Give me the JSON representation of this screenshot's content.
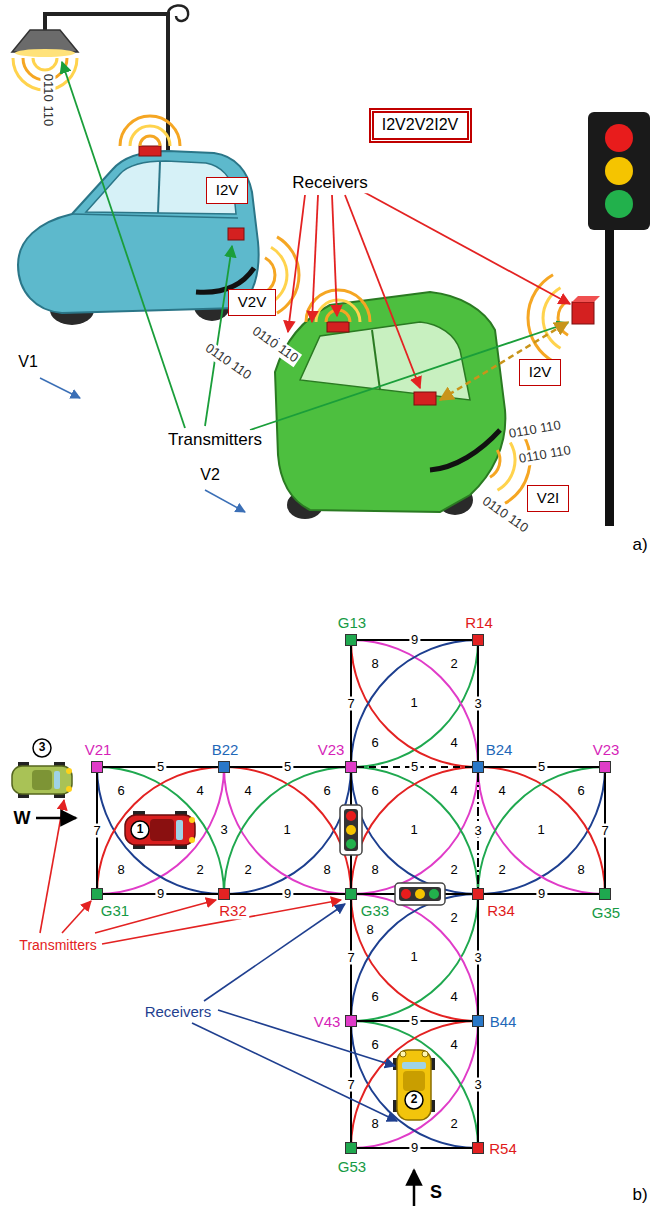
{
  "diagram": {
    "nodes": [
      {
        "text": [
          "I2V2V2I2V"
        ]
      },
      {
        "text": [
          "I2V"
        ]
      },
      {
        "text": [
          "V2V"
        ]
      },
      {
        "text": [
          "I2V"
        ]
      },
      {
        "text": [
          "V2I"
        ]
      },
      {
        "text": [
          "G13"
        ]
      },
      {
        "text": [
          "R14"
        ]
      },
      {
        "text": [
          "3"
        ]
      },
      {
        "text": [
          "V21"
        ]
      },
      {
        "text": [
          "B22"
        ]
      },
      {
        "text": [
          "V23"
        ]
      },
      {
        "text": [
          "B24"
        ]
      },
      {
        "text": [
          "V23"
        ]
      },
      {
        "text": [
          "1"
        ]
      },
      {
        "text": [
          "G31"
        ]
      },
      {
        "text": [
          "R32"
        ]
      },
      {
        "text": [
          "G33"
        ]
      },
      {
        "text": [
          "R34"
        ]
      },
      {
        "text": [
          "G35"
        ]
      },
      {
        "text": [
          "V43"
        ]
      },
      {
        "text": [
          "B44"
        ]
      },
      {
        "text": [
          "2"
        ]
      },
      {
        "text": [
          "G53"
        ]
      },
      {
        "text": [
          "R54"
        ]
      }
    ],
    "edges": [
      {
        "from": 8,
        "to": 9,
        "arrow": "none",
        "label": "5"
      },
      {
        "from": 9,
        "to": 10,
        "arrow": "none",
        "label": "5"
      },
      {
        "from": 10,
        "to": 11,
        "arrow": "none",
        "label": "5"
      },
      {
        "from": 11,
        "to": 12,
        "arrow": "none",
        "label": "5"
      },
      {
        "from": 5,
        "to": 6,
        "arrow": "none",
        "label": "9"
      },
      {
        "from": 5,
        "to": 10,
        "arrow": "none",
        "label": "7"
      },
      {
        "from": 6,
        "to": 11,
        "arrow": "none",
        "label": "3"
      },
      {
        "from": 8,
        "to": 14,
        "arrow": "none",
        "label": "7"
      },
      {
        "from": 12,
        "to": 18,
        "arrow": "none",
        "label": "7"
      },
      {
        "from": 10,
        "to": 16,
        "arrow": "none"
      },
      {
        "from": 11,
        "to": 17,
        "arrow": "none",
        "label": "3"
      },
      {
        "from": 14,
        "to": 15,
        "arrow": "none",
        "label": "9"
      },
      {
        "from": 15,
        "to": 16,
        "arrow": "none",
        "label": "9"
      },
      {
        "from": 16,
        "to": 17,
        "arrow": "none"
      },
      {
        "from": 17,
        "to": 18,
        "arrow": "none",
        "label": "9"
      },
      {
        "from": 16,
        "to": 19,
        "arrow": "none",
        "label": "7"
      },
      {
        "from": 17,
        "to": 20,
        "arrow": "none",
        "label": "3"
      },
      {
        "from": 19,
        "to": 20,
        "arrow": "none",
        "label": "5"
      },
      {
        "from": 19,
        "to": 22,
        "arrow": "none",
        "label": "7"
      },
      {
        "from": 20,
        "to": 23,
        "arrow": "none",
        "label": "3"
      },
      {
        "from": 22,
        "to": 23,
        "arrow": "none",
        "label": "9"
      }
    ],
    "labels": [
      "0110 110",
      "Receivers",
      "0110 110",
      "0110 110",
      "V1",
      "Transmitters",
      "0110 110",
      "0110 110",
      "V2",
      "0110 110",
      "a)",
      "8",
      "2",
      "1",
      "6",
      "4",
      "6",
      "4",
      "8",
      "2",
      "3",
      "4",
      "6",
      "1",
      "2",
      "8",
      "6",
      "4",
      "1",
      "8",
      "2",
      "4",
      "6",
      "1",
      "2",
      "8",
      "8",
      "2",
      "1",
      "6",
      "4",
      "6",
      "4",
      "8",
      "2",
      "W",
      "Transmitters",
      "Receivers",
      "S",
      "b)"
    ]
  }
}
